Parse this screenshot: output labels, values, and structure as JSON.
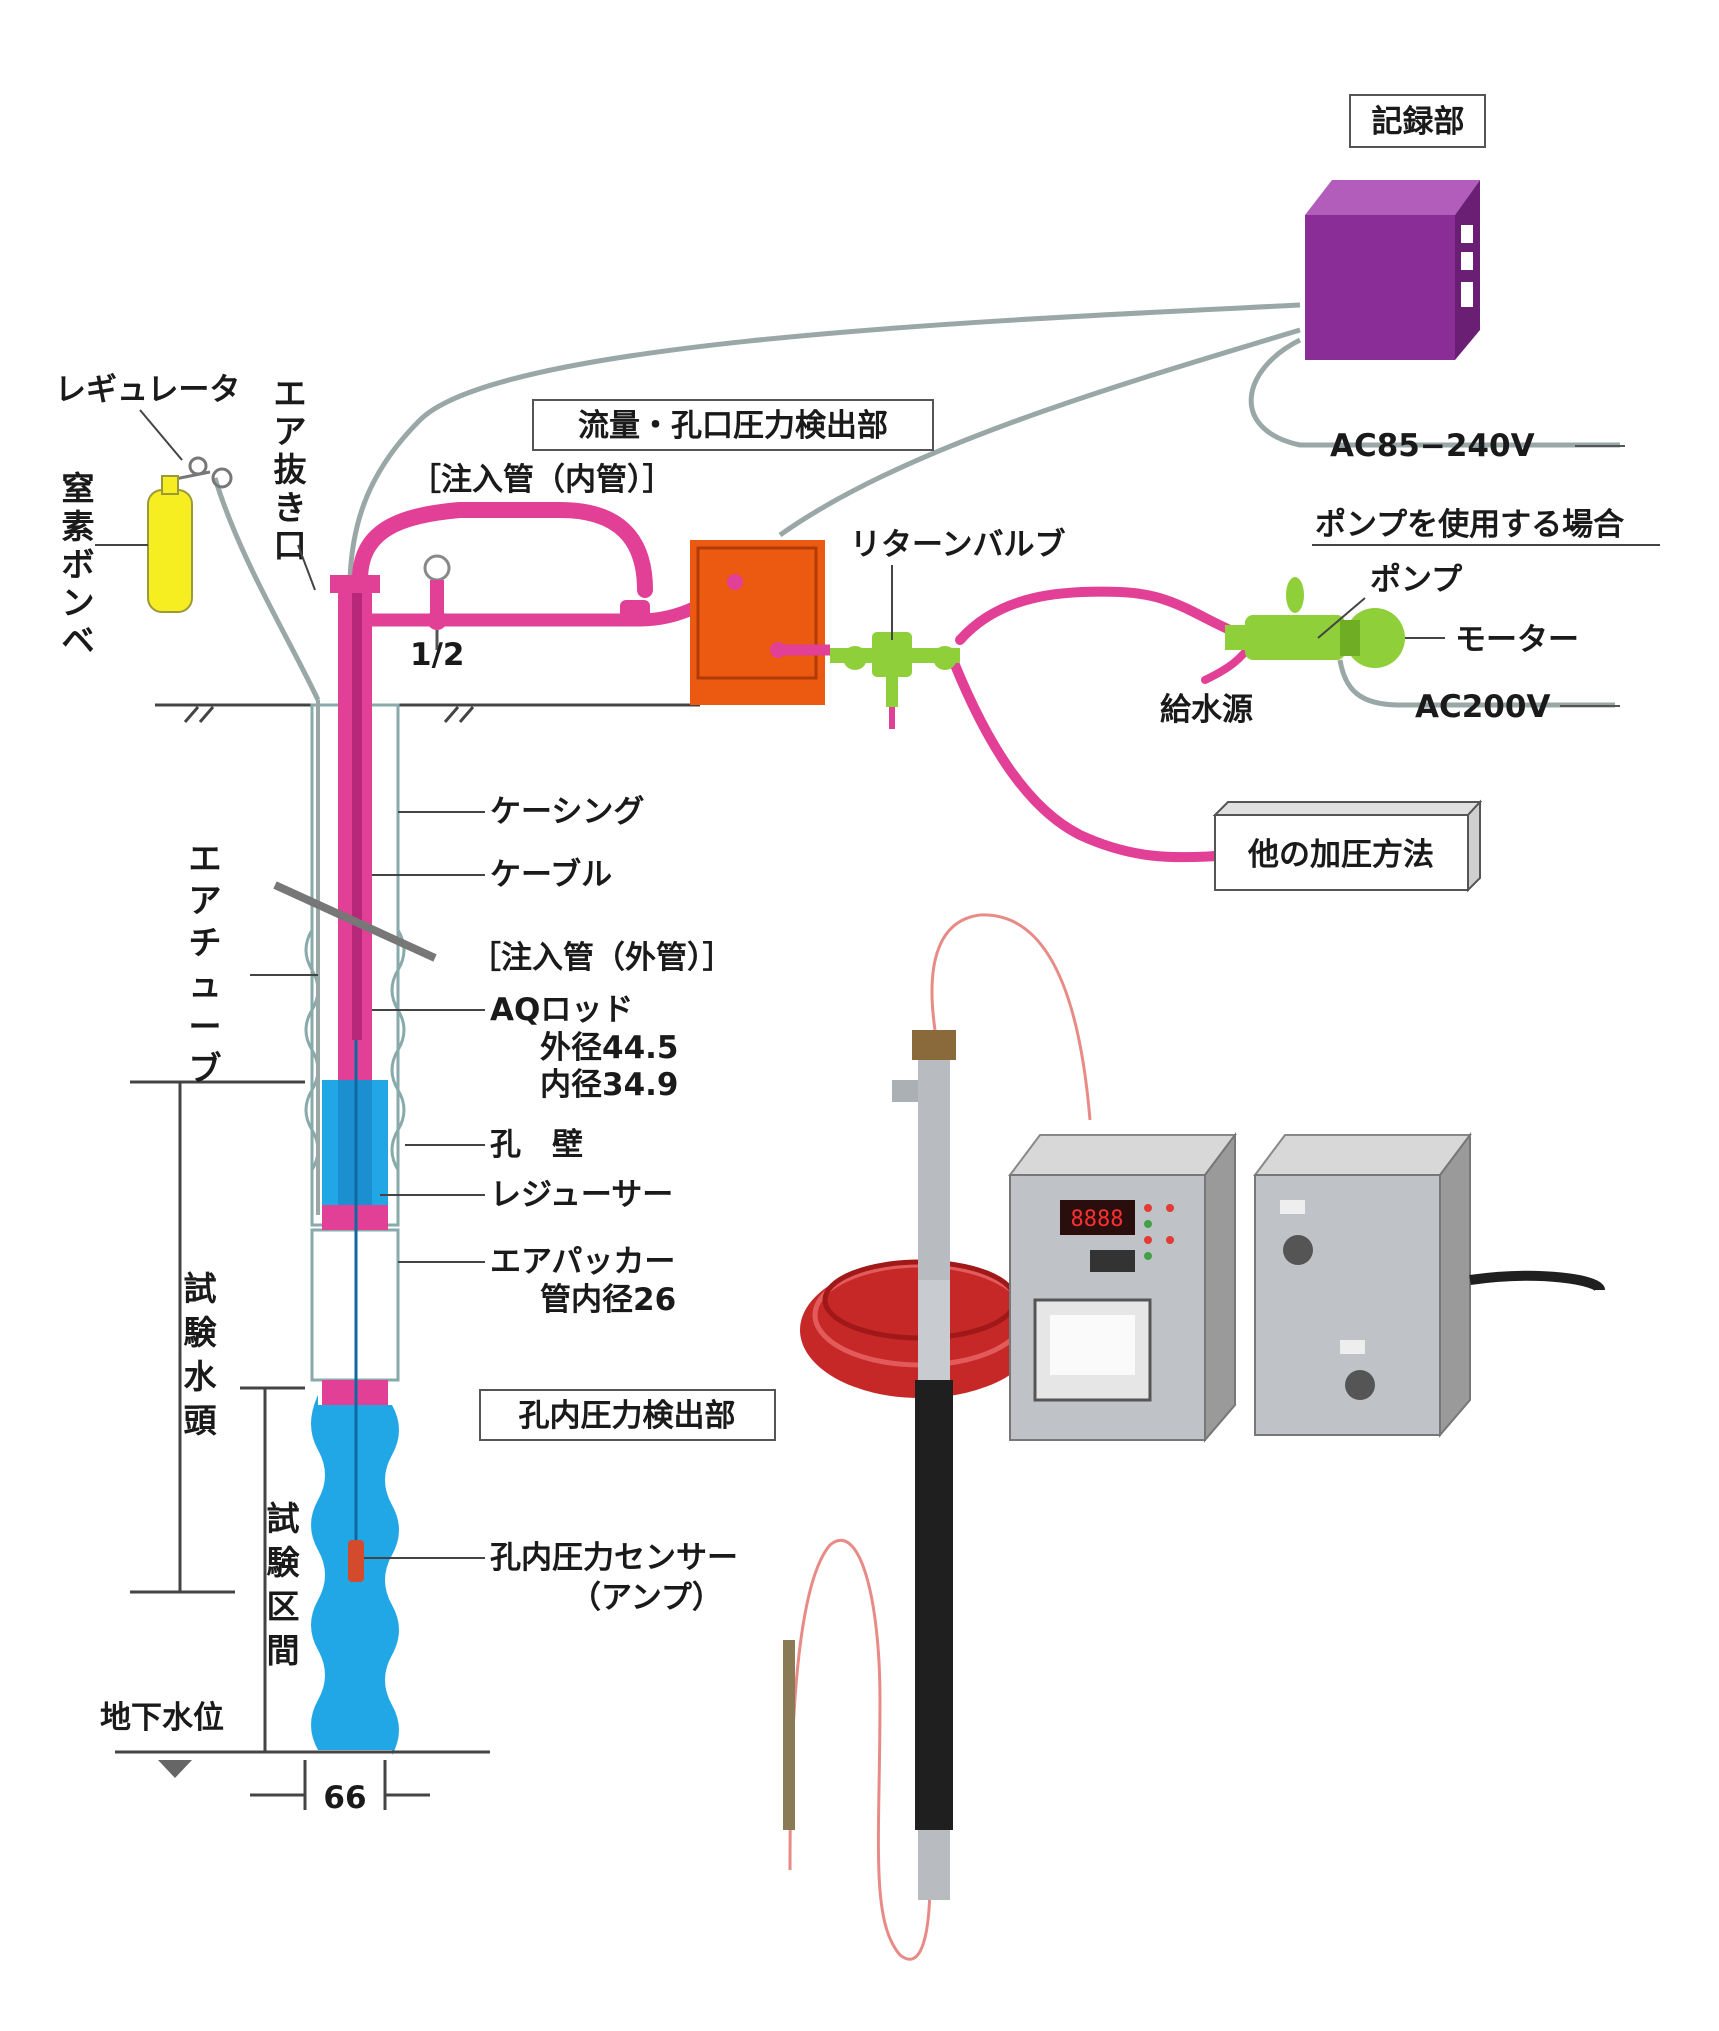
{
  "labels": {
    "recorder": "記録部",
    "flow_detector": "流量・孔口圧力検出部",
    "inject_inner": "［注入管（内管）］",
    "return_valve": "リターンバルブ",
    "pump_case": "ポンプを使用する場合",
    "pump": "ポンプ",
    "motor": "モーター",
    "water_source": "給水源",
    "ac200": "AC200V",
    "ac_range": "AC85−240V",
    "other_method": "他の加圧方法",
    "regulator": "レギュレータ",
    "nitrogen": "窒素ボンベ",
    "air_vent": "エア抜き口",
    "half_inch": "1/2",
    "casing": "ケーシング",
    "cable": "ケーブル",
    "air_tube": "エアチューブ",
    "inject_outer": "［注入管（外管）］",
    "aq_rod": "AQロッド",
    "aq_outer": "外径44.5",
    "aq_inner": "内径34.9",
    "hole_wall": "孔　壁",
    "reducer": "レジューサー",
    "air_packer": "エアパッカー",
    "packer_id": "管内径26",
    "test_head": "試験水頭",
    "test_section": "試験区間",
    "downhole_detector": "孔内圧力検出部",
    "downhole_sensor": "孔内圧力センサー",
    "amp": "（アンプ）",
    "groundwater": "地下水位",
    "diameter": "66"
  },
  "colors": {
    "pipe_pink": "#e23f96",
    "water_blue": "#21a7e6",
    "recorder_purple": "#8a2d96",
    "detector_orange": "#ec5a12",
    "valve_green": "#8ecf3a",
    "cylinder_yellow": "#f7ee22",
    "cable_gray": "#9aa7a7",
    "sensor_wire": "#e88a86"
  }
}
